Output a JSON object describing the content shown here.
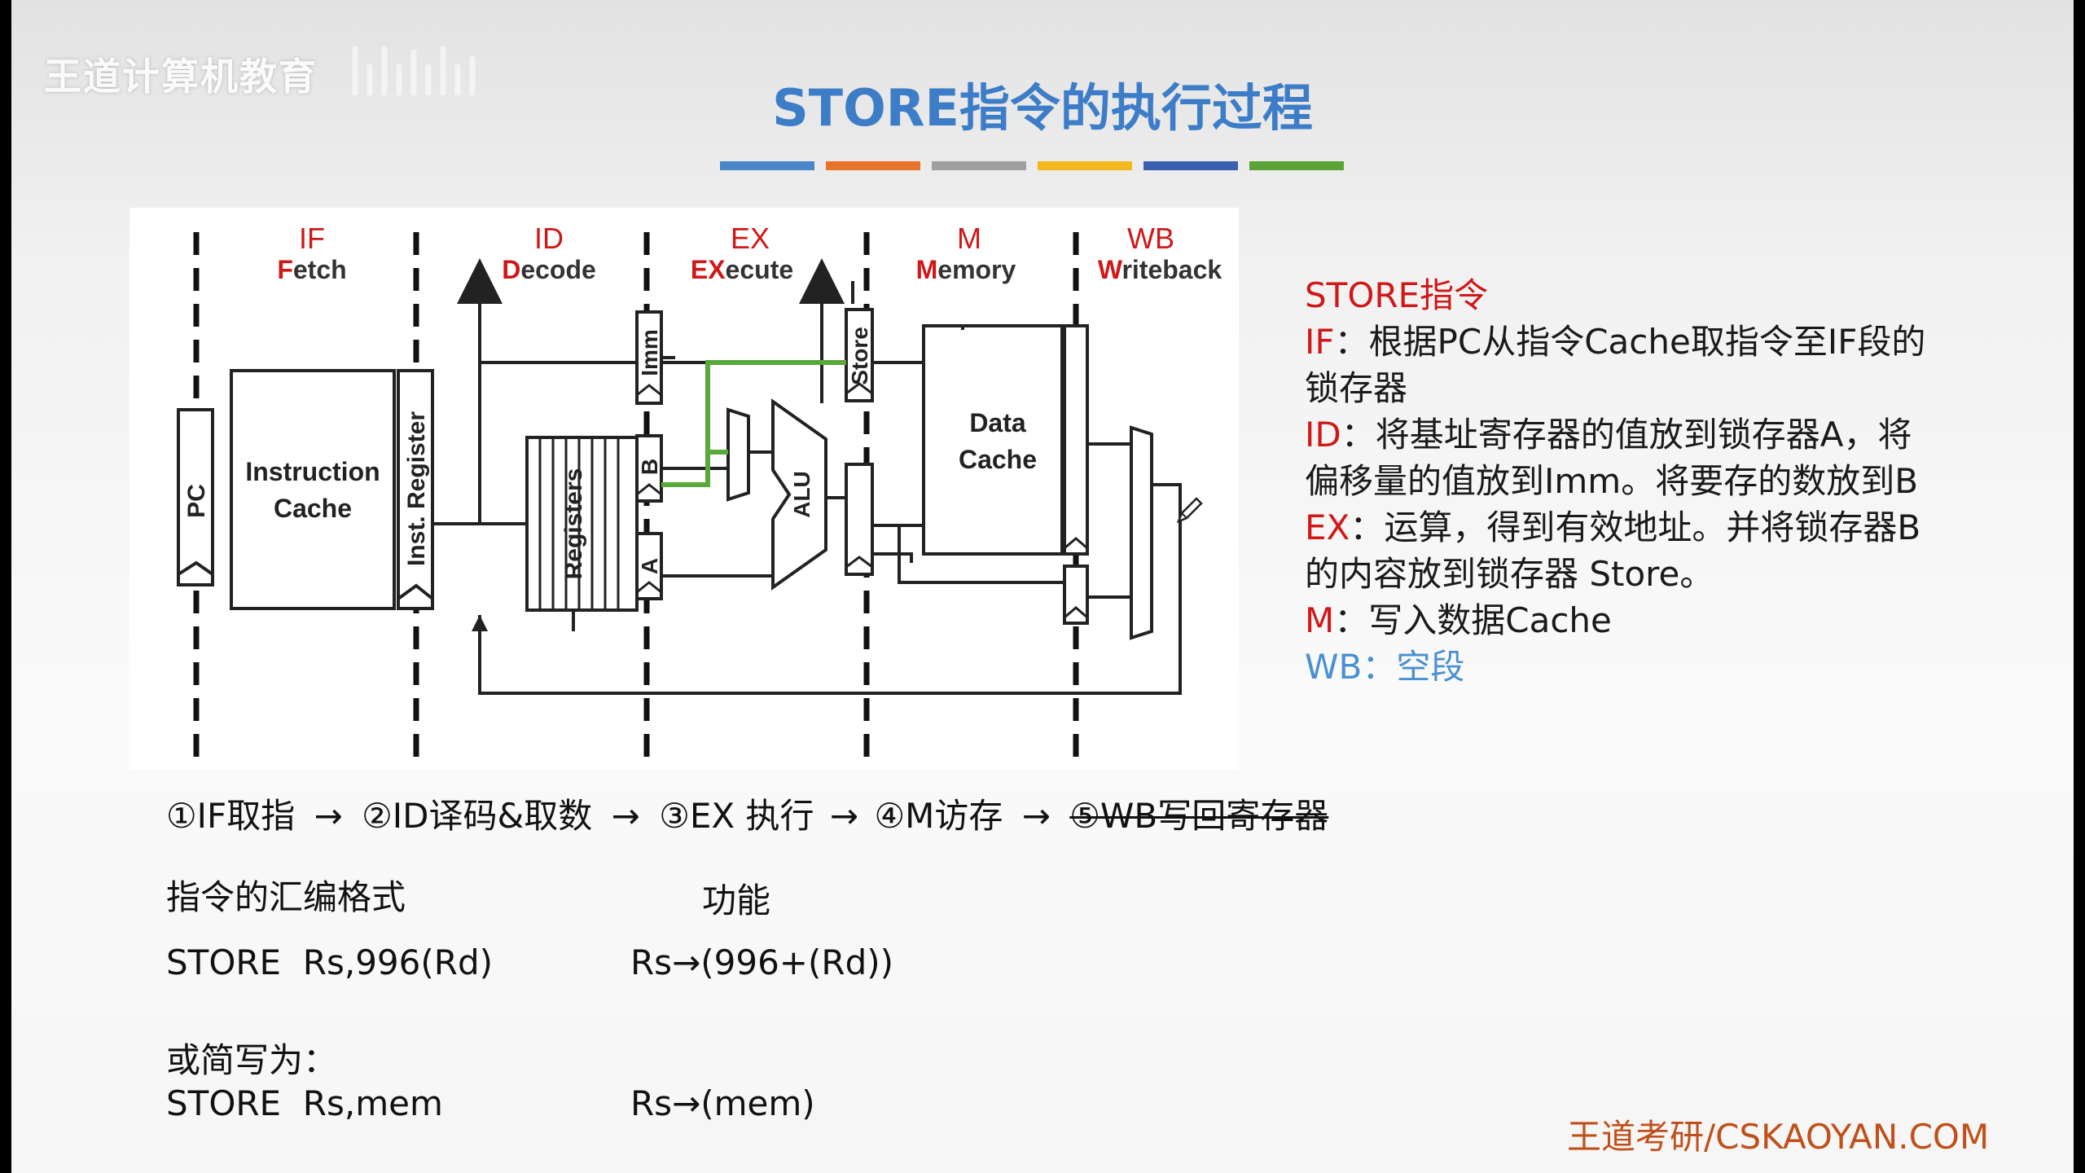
{
  "watermark": {
    "text": "王道计算机教育"
  },
  "title": "STORE指令的执行过程",
  "title_bar_colors": [
    "#4a86c8",
    "#e8732a",
    "#a0a0a0",
    "#f2b81c",
    "#3b5fb0",
    "#5aa336"
  ],
  "diagram": {
    "stages": [
      {
        "abbr": "IF",
        "first": "F",
        "rest": "etch"
      },
      {
        "abbr": "ID",
        "first": "D",
        "rest": "ecode"
      },
      {
        "abbr": "EX",
        "first": "EX",
        "rest": "ecute"
      },
      {
        "abbr": "M",
        "first": "M",
        "rest": "emory"
      },
      {
        "abbr": "WB",
        "first": "W",
        "rest": "riteback"
      }
    ],
    "labels": {
      "pc": "PC",
      "icache_1": "Instruction",
      "icache_2": "Cache",
      "inst_reg": "Inst. Register",
      "registers": "Registers",
      "imm": "Imm",
      "b": "B",
      "a": "A",
      "alu": "ALU",
      "store": "Store",
      "dcache_1": "Data",
      "dcache_2": "Cache"
    },
    "colors": {
      "stage": "#d01818",
      "highlight": "#58a83a",
      "line": "#222222"
    }
  },
  "flow": {
    "step1": "①IF取指",
    "arrow": "→",
    "step2": "②ID译码&取数",
    "step3": "③EX 执行",
    "step4": "④M访存",
    "step5": "⑤WB写回寄存器"
  },
  "table": {
    "col1_header": "指令的汇编格式",
    "col2_header": "功能",
    "row1_asm": "STORE  Rs,996(Rd)",
    "row1_func": "Rs→(996+(Rd))",
    "alt_label": "或简写为：",
    "row2_asm": "STORE  Rs,mem",
    "row2_func": "Rs→(mem)"
  },
  "side": {
    "heading": "STORE指令",
    "if_label": "IF",
    "if_text_1": "：根据PC从指令Cache取指令至IF段的",
    "if_text_2": "锁存器",
    "id_label": "ID",
    "id_text_1": "：将基址寄存器的值放到锁存器A，将",
    "id_text_2": "偏移量的值放到Imm。将要存的数放到B",
    "ex_label": "EX",
    "ex_text_1": "：运算，得到有效地址。并将锁存器B",
    "ex_text_2": "的内容放到锁存器 Store。",
    "m_label": "M",
    "m_text": "：写入数据Cache",
    "wb_label": "WB",
    "wb_text": "：空段"
  },
  "footer": "王道考研/CSKAOYAN.COM"
}
